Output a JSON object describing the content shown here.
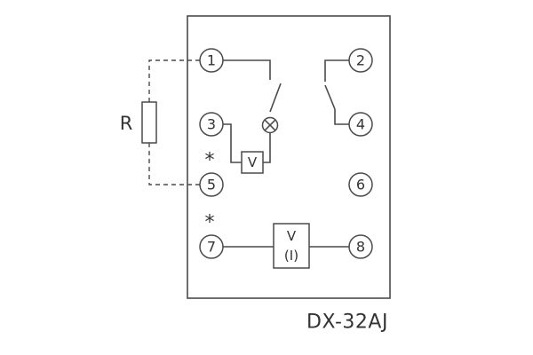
{
  "diagram": {
    "model_label": "DX-32AJ",
    "resistor_label": "R",
    "coil_label": "V",
    "meter_label_line1": "V",
    "meter_label_line2": "(I)",
    "asterisk_top": "*",
    "asterisk_bottom": "*",
    "terminals": [
      {
        "label": "1"
      },
      {
        "label": "2"
      },
      {
        "label": "3"
      },
      {
        "label": "4"
      },
      {
        "label": "5"
      },
      {
        "label": "6"
      },
      {
        "label": "7"
      },
      {
        "label": "8"
      }
    ]
  }
}
